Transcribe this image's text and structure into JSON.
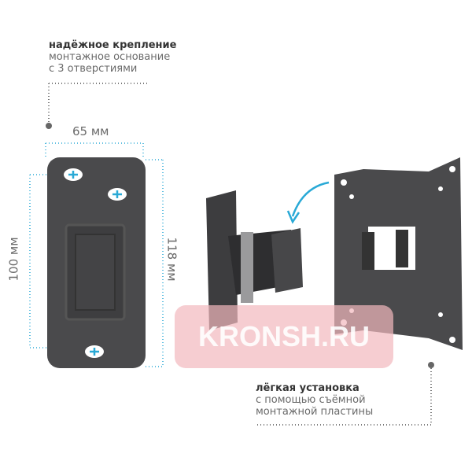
{
  "top_caption": {
    "title": "надёжное крепление",
    "line1": "монтажное основание",
    "line2": "с 3 отверстиями"
  },
  "dimensions": {
    "width": "65 мм",
    "height_holes": "100 мм",
    "height_total": "118 мм"
  },
  "bottom_caption": {
    "title": "лёгкая установка",
    "line1": "с помощью съёмной",
    "line2": "монтажной пластины"
  },
  "watermark": "KRONSH.RU",
  "colors": {
    "accent": "#29a9d6",
    "metal": "#4a4a4c",
    "watermark": "#f2b8bd"
  }
}
